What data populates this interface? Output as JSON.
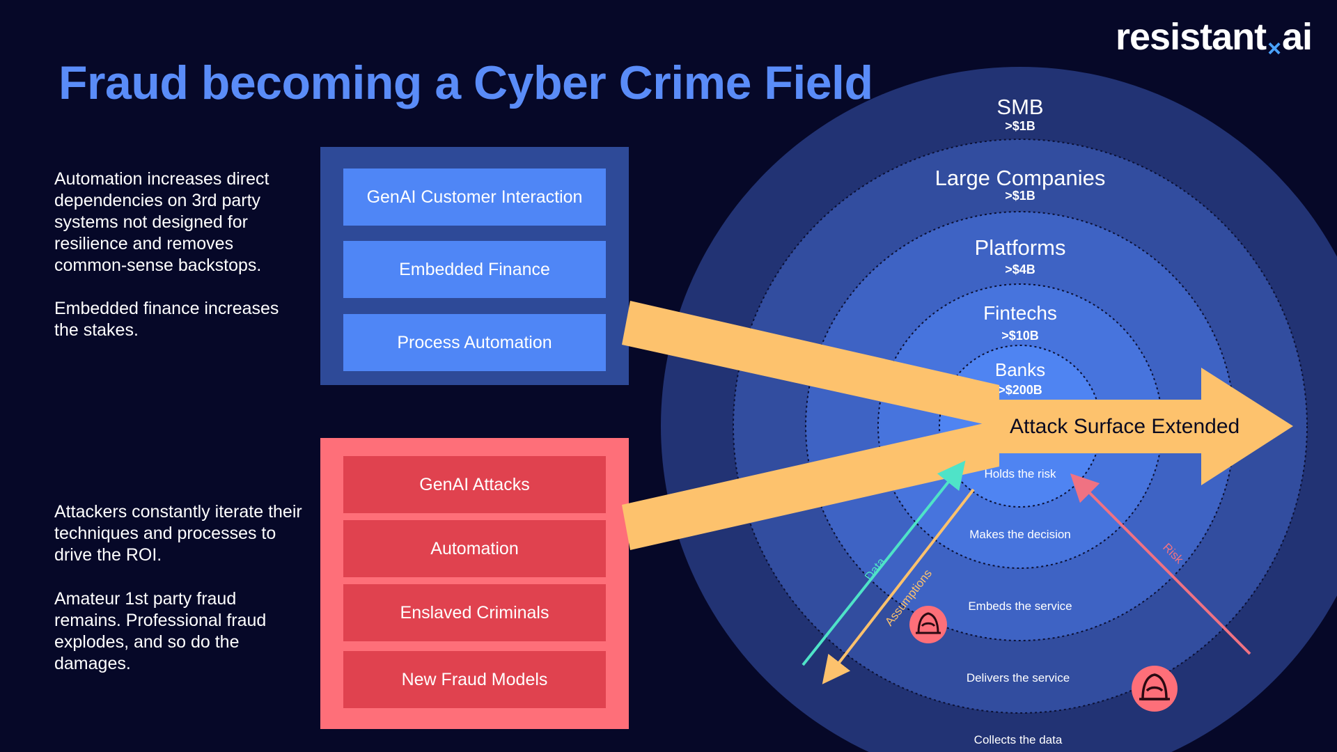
{
  "title": "Fraud becoming a Cyber Crime Field",
  "logo": {
    "left": "resistant",
    "mark": "×",
    "right": "ai"
  },
  "left_text": {
    "top_para_1": "Automation increases direct dependencies on 3rd party systems not designed for resilience and removes common-sense backstops.",
    "top_para_2": "Embedded finance increases the stakes.",
    "bottom_para_1": "Attackers constantly iterate their techniques and processes to drive the ROI.",
    "bottom_para_2": "Amateur 1st party fraud remains. Professional fraud explodes, and so do the damages."
  },
  "enablers": {
    "color": "#2e4a98",
    "items": [
      "GenAI Customer Interaction",
      "Embedded Finance",
      "Process Automation"
    ]
  },
  "threats": {
    "color": "#fe6f79",
    "items": [
      "GenAI Attacks",
      "Automation",
      "Enslaved Criminals",
      "New Fraud Models"
    ]
  },
  "rings": [
    {
      "name": "SMB",
      "value": ">$1B",
      "role": "Collects the data",
      "color": "#223374"
    },
    {
      "name": "Large Companies",
      "value": ">$1B",
      "role": "Delivers the service",
      "color": "#324d9f"
    },
    {
      "name": "Platforms",
      "value": ">$4B",
      "role": "Embeds the service",
      "color": "#3e63c4"
    },
    {
      "name": "Fintechs",
      "value": ">$10B",
      "role": "Makes the decision",
      "color": "#4774dd"
    },
    {
      "name": "Banks",
      "value": ">$200B",
      "role": "Holds the risk",
      "color": "#4f84f2"
    }
  ],
  "attack_arrow": {
    "label": "Attack Surface Extended",
    "color": "#fdc26d"
  },
  "flows": [
    {
      "label": "Data",
      "color": "#4fe3c8"
    },
    {
      "label": "Assumptions",
      "color": "#fdc26d"
    },
    {
      "label": "Risk",
      "color": "#f07282"
    }
  ],
  "hacker_icon_color": "#fe6f79"
}
